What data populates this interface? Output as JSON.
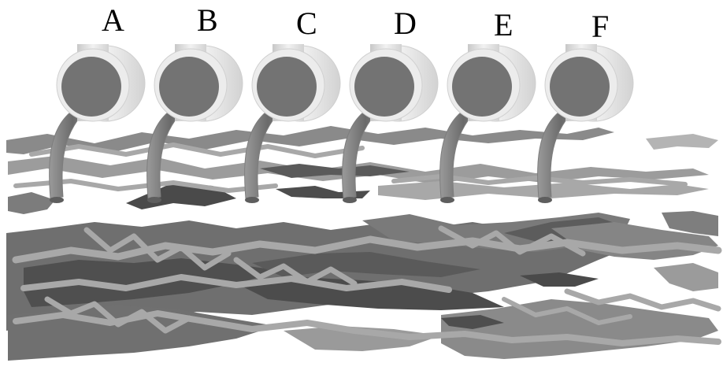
{
  "labels": [
    "A",
    "B",
    "C",
    "D",
    "E",
    "F"
  ],
  "colors": {
    "background": "#ffffff",
    "label": "#000000",
    "fracture_dark": "#4a4a4a",
    "fracture_mid": "#6e6e6e",
    "fracture_light": "#a6a6a6",
    "cylinder_outer": "#dcdcdc",
    "cylinder_rim": "#ececec",
    "cylinder_inner": "#737373",
    "stream": "#7d7d7d"
  }
}
